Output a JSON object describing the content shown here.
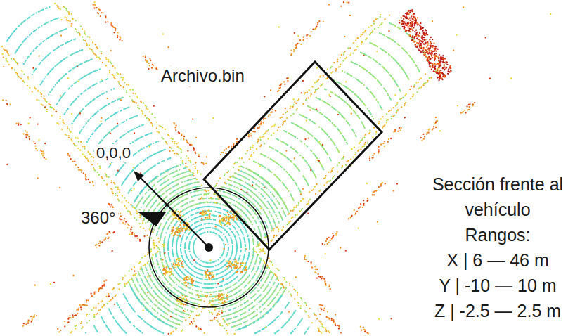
{
  "diagram": {
    "nodes": [
      {
        "text": [
          "Archivo.bin"
        ]
      }
    ],
    "labels": [
      "0,0,0",
      "360°",
      "Sección frente al vehículo",
      "Rangos:",
      "X | 6 — 46 m",
      "Y | -10 — 10 m",
      "Z | -2.5 — 2.5 m"
    ]
  }
}
